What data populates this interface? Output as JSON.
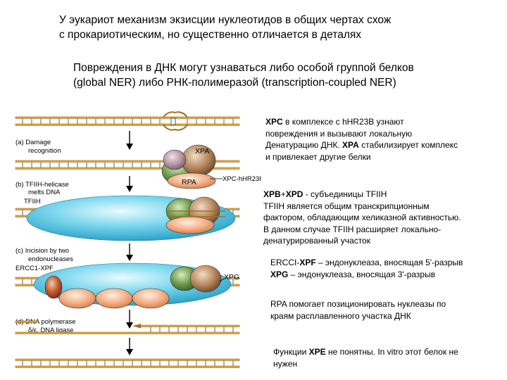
{
  "header": {
    "line1": "У эукариот механизм экзисции нуклеотидов в общих чертах схож",
    "line2": "с прокариотическим, но существенно отличается в деталях"
  },
  "subheader": {
    "line1": "Повреждения в ДНК могут узнаваться либо особой группой белков",
    "line2": "(global NER) либо РНК-полимеразой (transcription-coupled NER)"
  },
  "diagram": {
    "steps": {
      "a1": "(a) Damage",
      "a2": "recognition",
      "b1": "(b) TFIIH-helicase",
      "b2": "melts DNA",
      "b3": "TFIIH",
      "c1": "(c) Incision by two",
      "c2": "endonucleases",
      "c3": "ERCC1-XPF",
      "d1": "(d) DNA polymerase",
      "d2": "δ/ε, DNA ligase"
    },
    "proteins": {
      "xpa": "XPA",
      "rpa": "RPA",
      "xpc": "XPC-hHR23B",
      "xpg": "XPG"
    },
    "colors": {
      "dna": "#e0a840",
      "dna_dark": "#a07020",
      "tfiih": "#40b8d8",
      "rpa": "#f0a878",
      "xpa": "#a87850",
      "xpc": "#5a8a40",
      "xpf": "#b04828"
    }
  },
  "notes": {
    "n1_bold1": "XPC",
    "n1_t1": " в комплексе с hHR23B узнают",
    "n1_t2": "повреждения и вызывают локальную",
    "n1_t3": "Денатурацию ДНК. ",
    "n1_bold2": "XPA",
    "n1_t4": " стабилизирует комплекс",
    "n1_t5": "и привлекает другие белки",
    "n2_bold1": "XPB",
    "n2_plus": "+",
    "n2_bold2": "XPD",
    "n2_t1": "  - субъединицы TFIIH",
    "n2_t2": "TFIIH является общим транскрипционным",
    "n2_t3": "фактором, обладающим хеликазной активностью.",
    "n2_t4": "В данном случае TFIIH расширяет локально-",
    "n2_t5": "денатурированный участок",
    "n3_pre": "ERCCI-",
    "n3_bold1": "XPF",
    "n3_t1": " – эндонуклеаза, вносящая 5'-разрыв",
    "n3_bold2": "XPG",
    "n3_t2": " – эндонуклеаза, вносящая 3'-разрыв",
    "n4_t1": "RPA помогает позиционировать нуклеазы по",
    "n4_t2": "краям расплавленного участка ДНК",
    "n5_t1": "Функции ",
    "n5_bold": "XPE",
    "n5_t2": " не понятны. In vitro этот белок не",
    "n5_t3": "нужен"
  }
}
